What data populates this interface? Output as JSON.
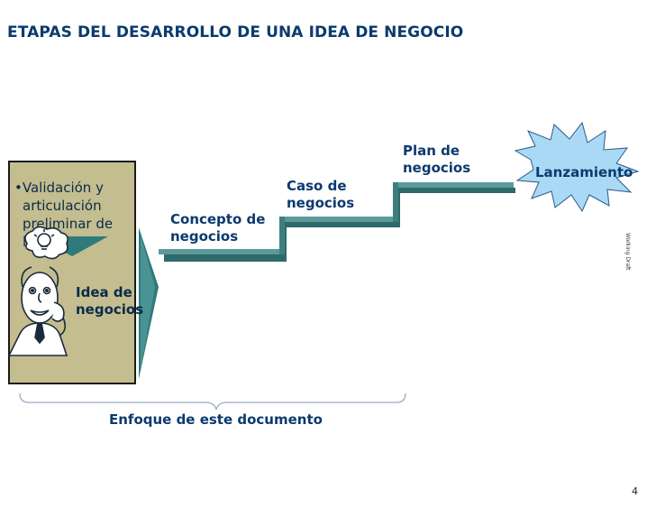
{
  "title": "ETAPAS DEL DESARROLLO DE UNA IDEA DE NEGOCIO",
  "first_stage": {
    "bullet": "•",
    "lines": [
      "Validación y",
      "articulación",
      "preliminar de",
      "la idea"
    ],
    "idea_label_lines": [
      "Idea de",
      "negocios"
    ]
  },
  "stages": [
    {
      "lines": [
        "Concepto de",
        "negocios"
      ]
    },
    {
      "lines": [
        "Caso de",
        "negocios"
      ]
    },
    {
      "lines": [
        "Plan de",
        "negocios"
      ]
    }
  ],
  "launch": "Lanzamiento",
  "focus_label": "Enfoque de este documento",
  "watermark": "Working Draft",
  "page_number": "4",
  "colors": {
    "title": "#0b3a6e",
    "box": "#c3bd8f",
    "stair_top": "#5c9a9a",
    "stair_shadow": "#2f6a6a",
    "arrow": "#2f7b7b",
    "burst_fill": "#a9d9f5",
    "brace": "#9aaac2"
  },
  "icons": [
    "lightbulb-icon",
    "thinking-man-icon"
  ]
}
